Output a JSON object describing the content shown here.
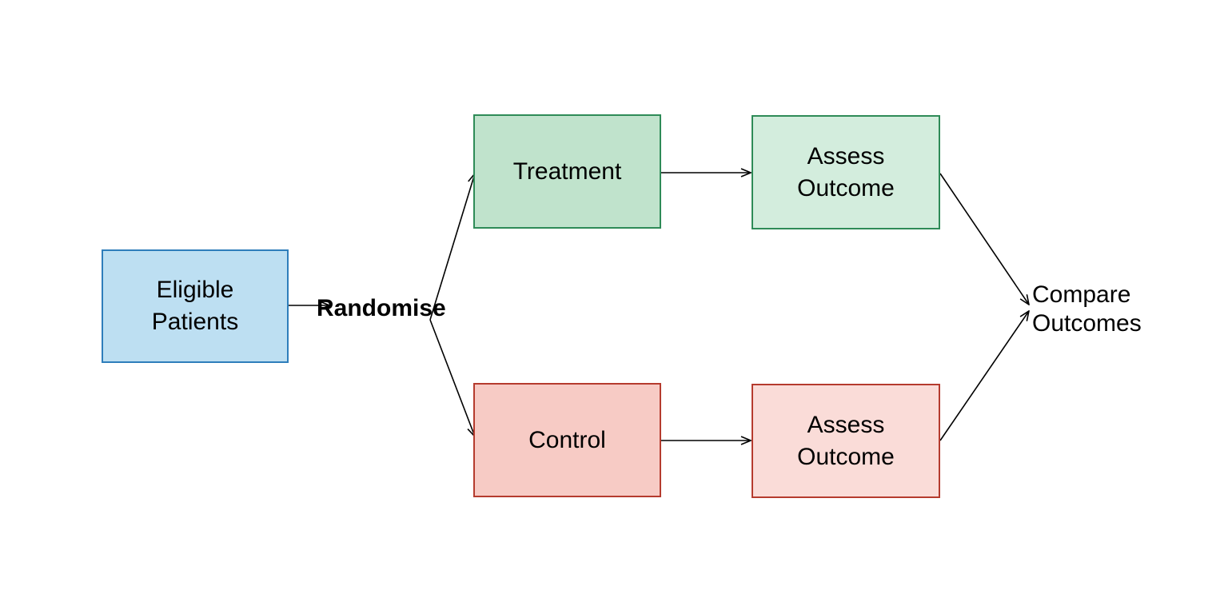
{
  "diagram": {
    "type": "flowchart",
    "description": "Randomised controlled trial flow diagram"
  },
  "nodes": {
    "eligible": {
      "lines": [
        "Eligible",
        "Patients"
      ]
    },
    "treatment": {
      "label": "Treatment"
    },
    "assess_top": {
      "lines": [
        "Assess",
        "Outcome"
      ]
    },
    "control": {
      "label": "Control"
    },
    "assess_bottom": {
      "lines": [
        "Assess",
        "Outcome"
      ]
    }
  },
  "labels": {
    "randomise": "Randomise",
    "compare": {
      "lines": [
        "Compare",
        "Outcomes"
      ]
    }
  },
  "edges": [
    {
      "from": "eligible",
      "to": "randomise-fork",
      "arrow": true
    },
    {
      "from": "randomise-fork",
      "to": "treatment",
      "arrow": true
    },
    {
      "from": "randomise-fork",
      "to": "control",
      "arrow": true
    },
    {
      "from": "treatment",
      "to": "assess_top",
      "arrow": true
    },
    {
      "from": "control",
      "to": "assess_bottom",
      "arrow": true
    },
    {
      "from": "assess_top",
      "to": "compare",
      "arrow": true
    },
    {
      "from": "assess_bottom",
      "to": "compare",
      "arrow": true
    }
  ],
  "colors": {
    "background": "#FFFFFF",
    "text_color": "#000000",
    "line_color": "#000000",
    "eligible_fill": "#BDDFF2",
    "eligible_border": "#2E7EBB",
    "treatment_fill": "#C0E3CC",
    "assess_top_fill": "#D3EDDD",
    "green_border": "#2E8B57",
    "control_fill": "#F7CBC5",
    "assess_bottom_fill": "#FADCD8",
    "red_border": "#B53B2E"
  }
}
